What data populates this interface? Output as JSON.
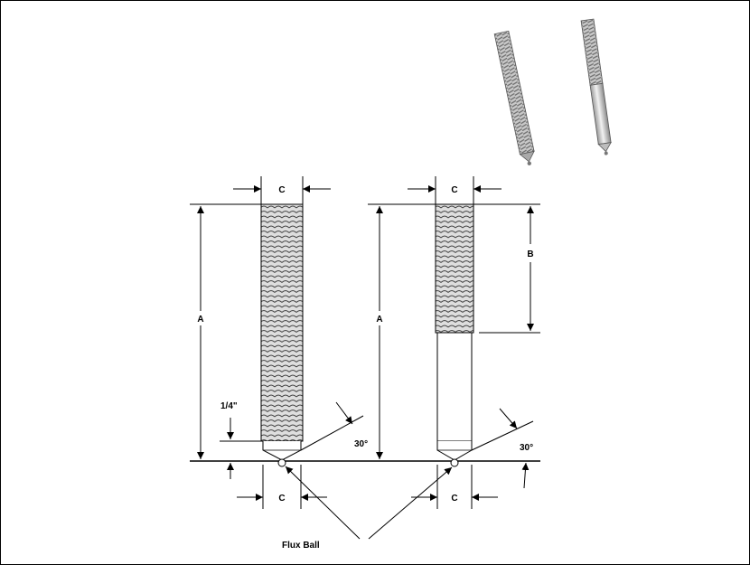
{
  "labels": {
    "c": "C",
    "a": "A",
    "b": "B",
    "quarter_inch": "1/4\"",
    "angle": "30°",
    "flux_ball": "Flux Ball"
  },
  "colors": {
    "line": "#000000",
    "thread_fill": "#d9d9d9",
    "photo_steel": "#b8b8b8"
  }
}
